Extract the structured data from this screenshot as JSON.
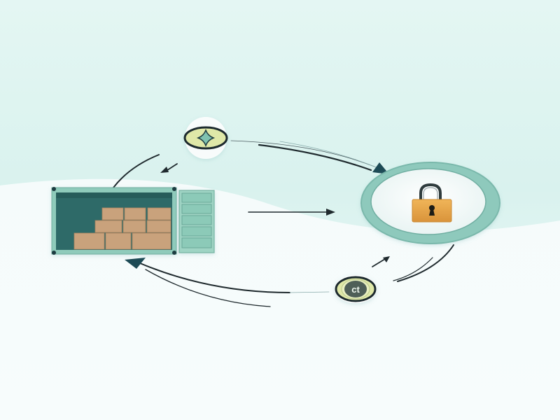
{
  "diagram": {
    "type": "cycle-illustration",
    "colors": {
      "background_top": "#dff4f1",
      "background_bottom": "#f4fbfb",
      "container_body": "#8fcbbb",
      "container_interior": "#2e6a68",
      "box": "#c9a27c",
      "lock_ring": "#8ec9bc",
      "lock_body": "#e9a84a",
      "arrow_dark": "#1d4a55",
      "line": "#1f2a2e",
      "badge_fill": "#dfe8a8"
    },
    "nodes": [
      {
        "id": "shipping-container",
        "label": "",
        "boxes": 9
      },
      {
        "id": "secure-lock",
        "label": ""
      },
      {
        "id": "top-badge",
        "glyph": "✦"
      },
      {
        "id": "bottom-badge",
        "glyph": "ct"
      }
    ],
    "edges": [
      {
        "from": "top-badge",
        "to": "secure-lock",
        "style": "curved-large-arrow"
      },
      {
        "from": "shipping-container",
        "to": "secure-lock",
        "style": "straight-arrow"
      },
      {
        "from": "secure-lock",
        "to": "bottom-badge",
        "style": "curved-lines"
      },
      {
        "from": "bottom-badge",
        "to": "shipping-container",
        "style": "curved-large-arrow"
      },
      {
        "from": "top-badge",
        "to": "shipping-container",
        "style": "curved-small-arrow"
      }
    ]
  }
}
